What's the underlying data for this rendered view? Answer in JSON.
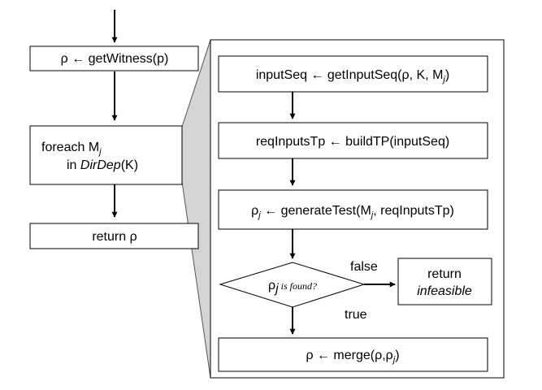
{
  "left": {
    "get_witness": "ρ ← getWitness(p)",
    "foreach": {
      "prefix": "foreach M",
      "sub": "j",
      "in_prefix": "in ",
      "dirdep": "DirDep",
      "arg": "(K)"
    },
    "return": "return ρ"
  },
  "detail": {
    "input_seq": {
      "pre": "inputSeq ← getInputSeq(ρ, K, M",
      "sub": "j",
      "post": ")"
    },
    "build_tp": "reqInputsTp ← buildTP(inputSeq)",
    "generate": {
      "rho": "ρ",
      "sub": "j",
      "mid": " ← generateTest(M",
      "post": ", reqInputsTp)"
    },
    "decision": {
      "rho": "ρ",
      "sub": "j",
      "text": "is found?"
    },
    "false_label": "false",
    "true_label": "true",
    "infeasible": {
      "line1": "return",
      "line2": "infeasible"
    },
    "merge": {
      "pre": "ρ ← merge(ρ,ρ",
      "sub": "j",
      "post": ")"
    }
  }
}
